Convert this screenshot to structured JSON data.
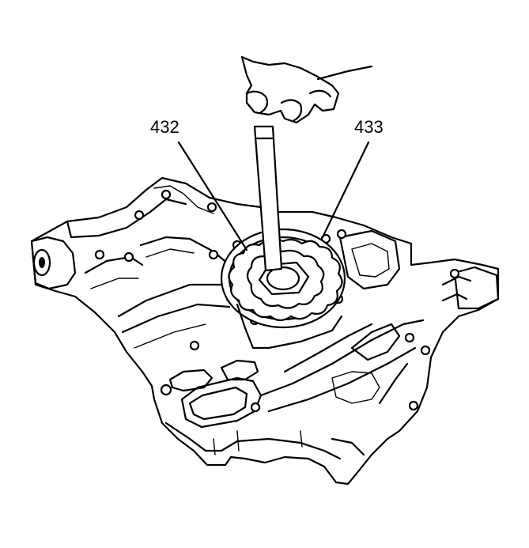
{
  "callouts": [
    {
      "id": "432",
      "text": "432"
    },
    {
      "id": "433",
      "text": "433"
    }
  ],
  "colors": {
    "line": "#000000",
    "background": "#ffffff"
  }
}
